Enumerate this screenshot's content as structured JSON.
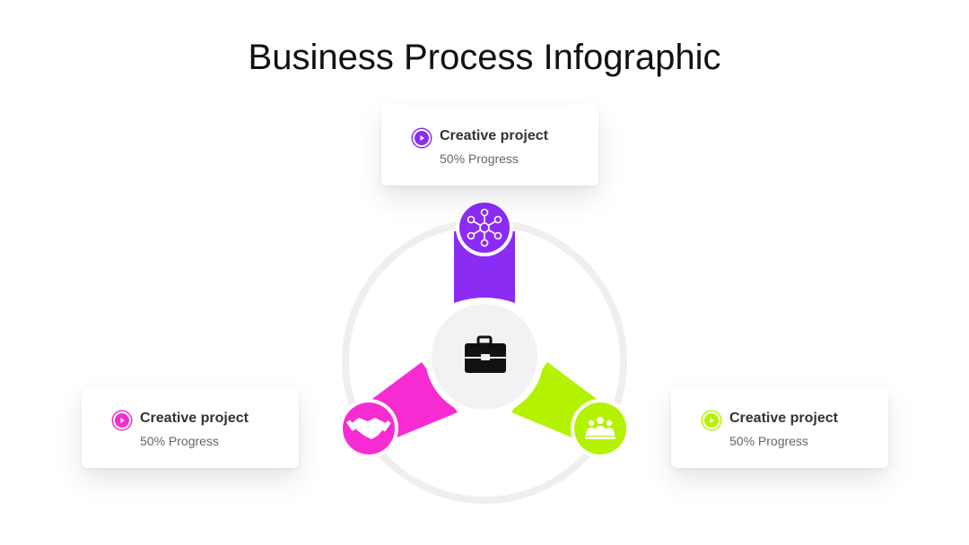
{
  "title": "Business Process Infographic",
  "colors": {
    "purple": "#8b2cf5",
    "magenta": "#f72bd2",
    "lime": "#b3f200",
    "ring": "#efefef",
    "hub": "#f2f2f2"
  },
  "center": {
    "icon": "briefcase-icon"
  },
  "steps": [
    {
      "name": "Creative project",
      "progress": "50% Progress",
      "color": "#8b2cf5",
      "icon": "network-icon"
    },
    {
      "name": "Creative project",
      "progress": "50% Progress",
      "color": "#f72bd2",
      "icon": "handshake-icon"
    },
    {
      "name": "Creative project",
      "progress": "50% Progress",
      "color": "#b3f200",
      "icon": "team-icon"
    }
  ]
}
